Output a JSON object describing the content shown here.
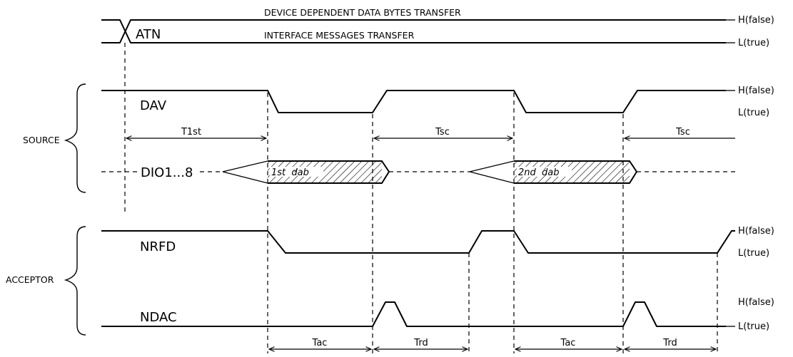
{
  "atn": {
    "label": "ATN",
    "high_text": "DEVICE DEPENDENT DATA BYTES TRANSFER",
    "low_text": "INTERFACE MESSAGES TRANSFER",
    "high_level": "H(false)",
    "low_level": "L(true)"
  },
  "source": {
    "group_label": "SOURCE",
    "dav": {
      "label": "DAV",
      "high_level": "H(false)",
      "low_level": "L(true)"
    },
    "dio": {
      "label": "DIO1...8",
      "byte1": "1st  dab",
      "byte2": "2nd  dab"
    },
    "timing": {
      "t1st": "T1st",
      "tsc1": "Tsc",
      "tsc2": "Tsc"
    }
  },
  "acceptor": {
    "group_label": "ACCEPTOR",
    "nrfd": {
      "label": "NRFD",
      "high_level": "H(false)",
      "low_level": "L(true)"
    },
    "ndac": {
      "label": "NDAC",
      "high_level": "H(false)",
      "low_level": "L(true)"
    },
    "timing": {
      "tac1": "Tac",
      "trd1": "Trd",
      "tac2": "Tac",
      "trd2": "Trd"
    }
  }
}
